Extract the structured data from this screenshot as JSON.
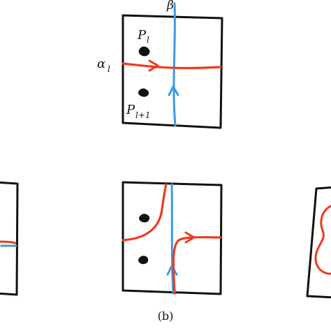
{
  "labels": {
    "beta": "β",
    "alpha": "α",
    "alpha_sub": "l",
    "p": "P",
    "p_l_sub": "l",
    "p_l1_sub": "l+1"
  },
  "caption": "(b)",
  "colors": {
    "frame": "#111111",
    "alpha_curve": "#ee3a1e",
    "beta_curve": "#3a9ae6",
    "puncture": "#111111",
    "background": "#ffffff"
  }
}
